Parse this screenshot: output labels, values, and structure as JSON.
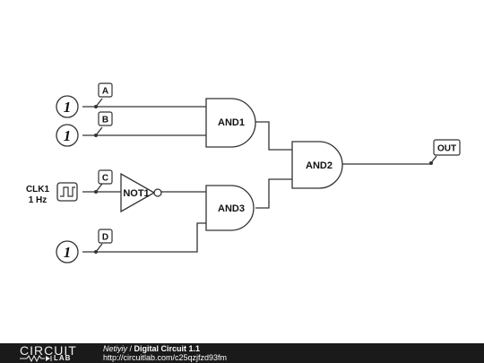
{
  "circuit": {
    "inputs": [
      {
        "value": "1",
        "label": "A"
      },
      {
        "value": "1",
        "label": "B"
      },
      {
        "value": "1",
        "label": "D"
      }
    ],
    "clock": {
      "name": "CLK1",
      "freq": "1 Hz",
      "label": "C"
    },
    "gates": {
      "and1": "AND1",
      "and2": "AND2",
      "and3": "AND3",
      "not1": "NOT1"
    },
    "output": {
      "label": "OUT"
    }
  },
  "footer": {
    "logo_top": "CIRCUIT",
    "logo_bottom": "LAB",
    "author": "Netiyiy",
    "separator": " / ",
    "title": "Digital Circuit 1.1",
    "url": "http://circuitlab.com/c25qzjfzd93fm"
  }
}
